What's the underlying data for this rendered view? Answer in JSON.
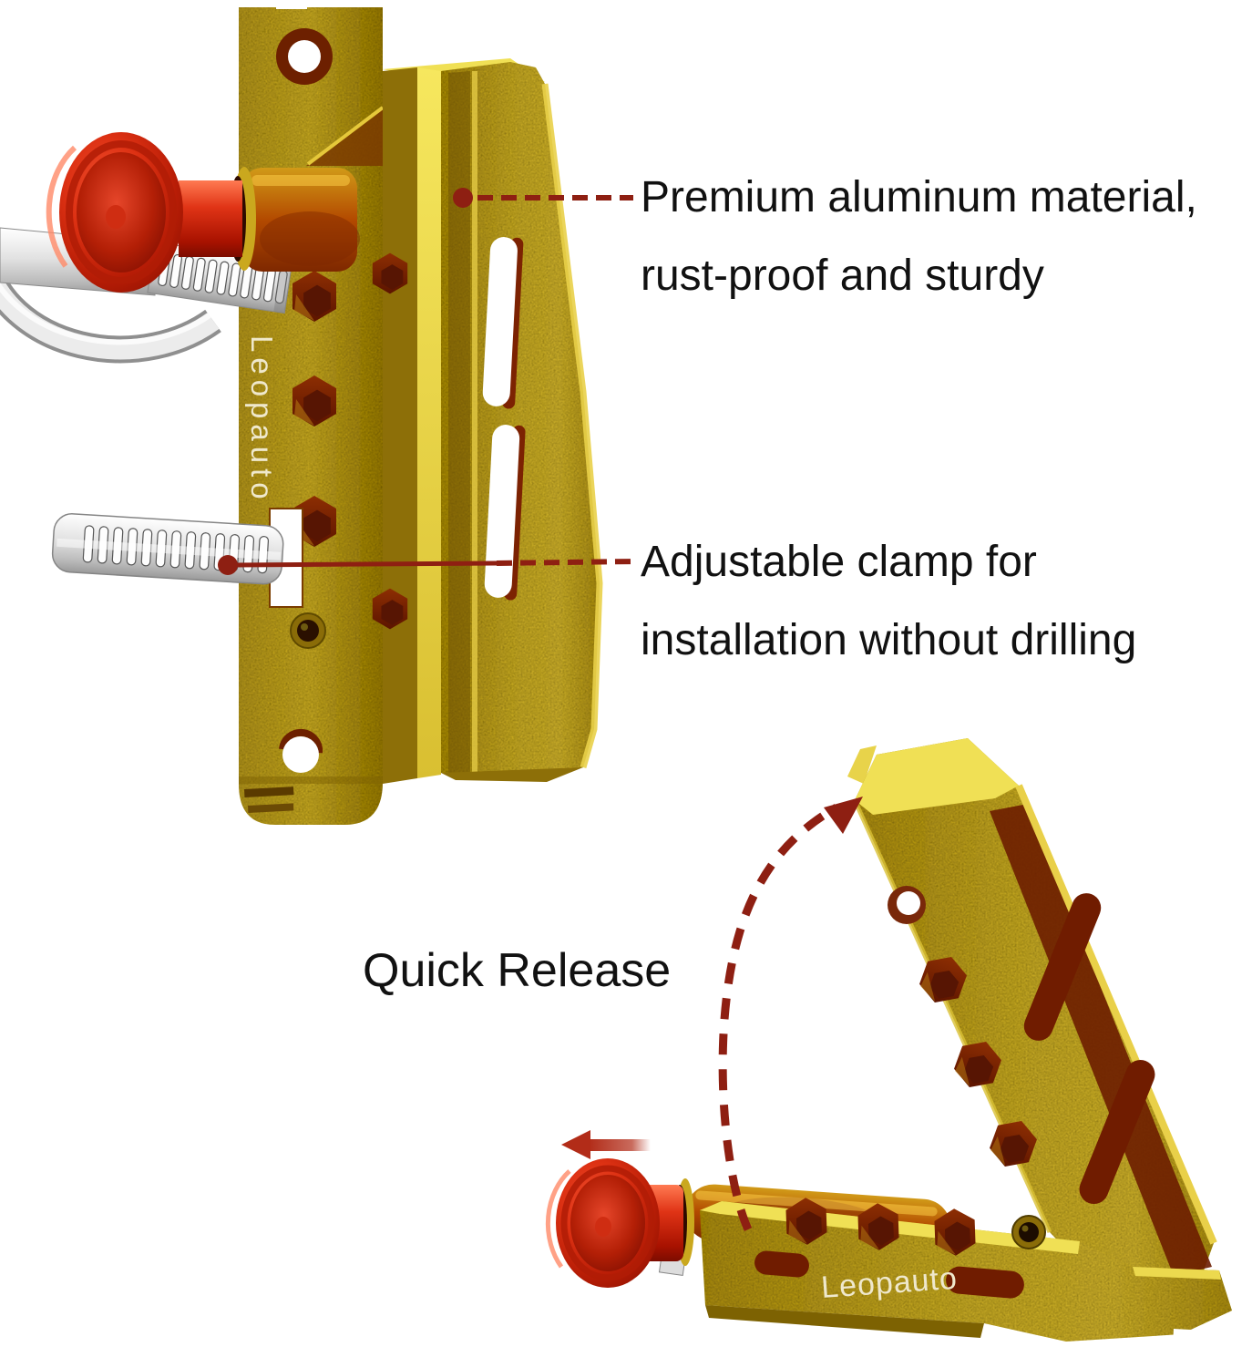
{
  "brand": {
    "logo_text": "Leopauto"
  },
  "annotations": {
    "material": {
      "line1": "Premium aluminum material,",
      "line2": "rust-proof and sturdy"
    },
    "clamp": {
      "line1": "Adjustable clamp for",
      "line2": "installation without drilling"
    },
    "quick_release": "Quick Release"
  },
  "colors": {
    "background": "#ffffff",
    "text_black": "#111111",
    "callout_red": "#8e1f12",
    "arrow_red": "#b22c18",
    "gold": "#c2a41f",
    "gold_bright": "#f0e055",
    "gold_dark": "#8d6f08",
    "cutout_maroon": "#701c00",
    "knob_red": "#dd3113",
    "clamp_silver": "#e2e2e2",
    "logo_cream": "#efe8cc"
  }
}
